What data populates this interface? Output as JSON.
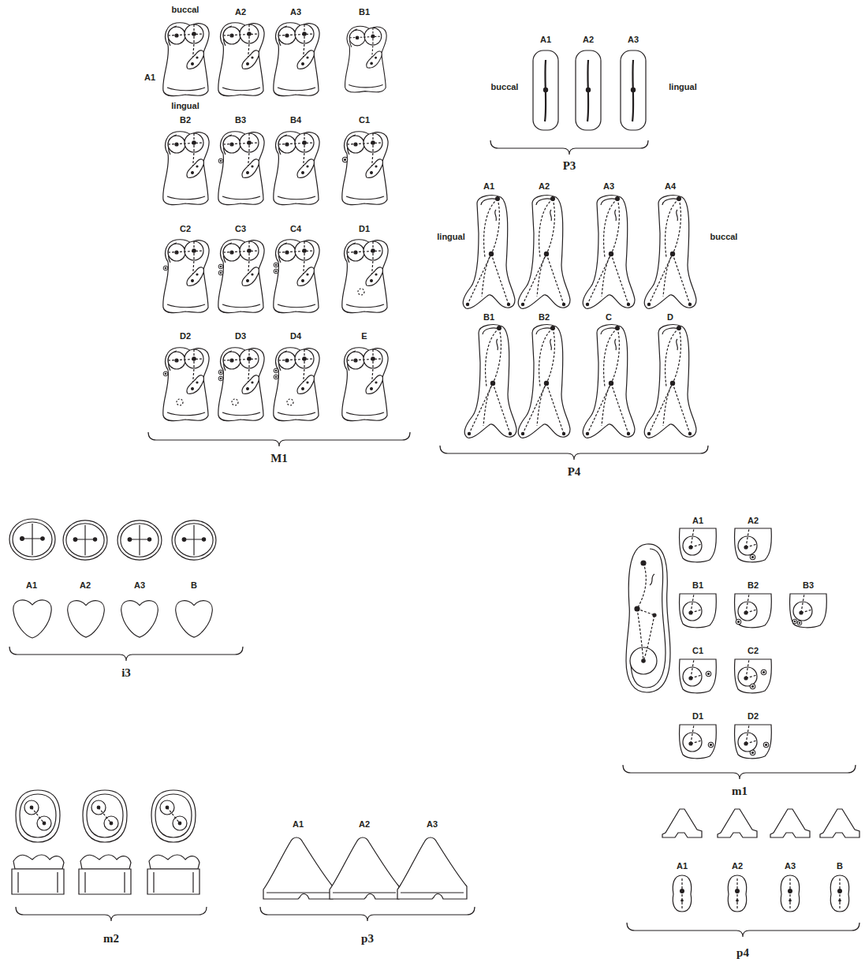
{
  "diagram": {
    "labels": [
      "buccal",
      "A1",
      "A2",
      "A3",
      "B1",
      "lingual",
      "B2",
      "B3",
      "B4",
      "C1",
      "C2",
      "C3",
      "C4",
      "D1",
      "D2",
      "D3",
      "D4",
      "E",
      "M1",
      "A1",
      "A2",
      "A3",
      "buccal",
      "lingual",
      "P3",
      "A1",
      "A2",
      "A3",
      "A4",
      "lingual",
      "buccal",
      "B1",
      "B2",
      "C",
      "D",
      "P4",
      "A1",
      "A2",
      "A3",
      "B",
      "i3",
      "A1",
      "A2",
      "B1",
      "B2",
      "B3",
      "C1",
      "C2",
      "D1",
      "D2",
      "m1",
      "A1",
      "A2",
      "A3",
      "B",
      "p4",
      "m2",
      "A1",
      "A2",
      "A3",
      "p3"
    ]
  }
}
